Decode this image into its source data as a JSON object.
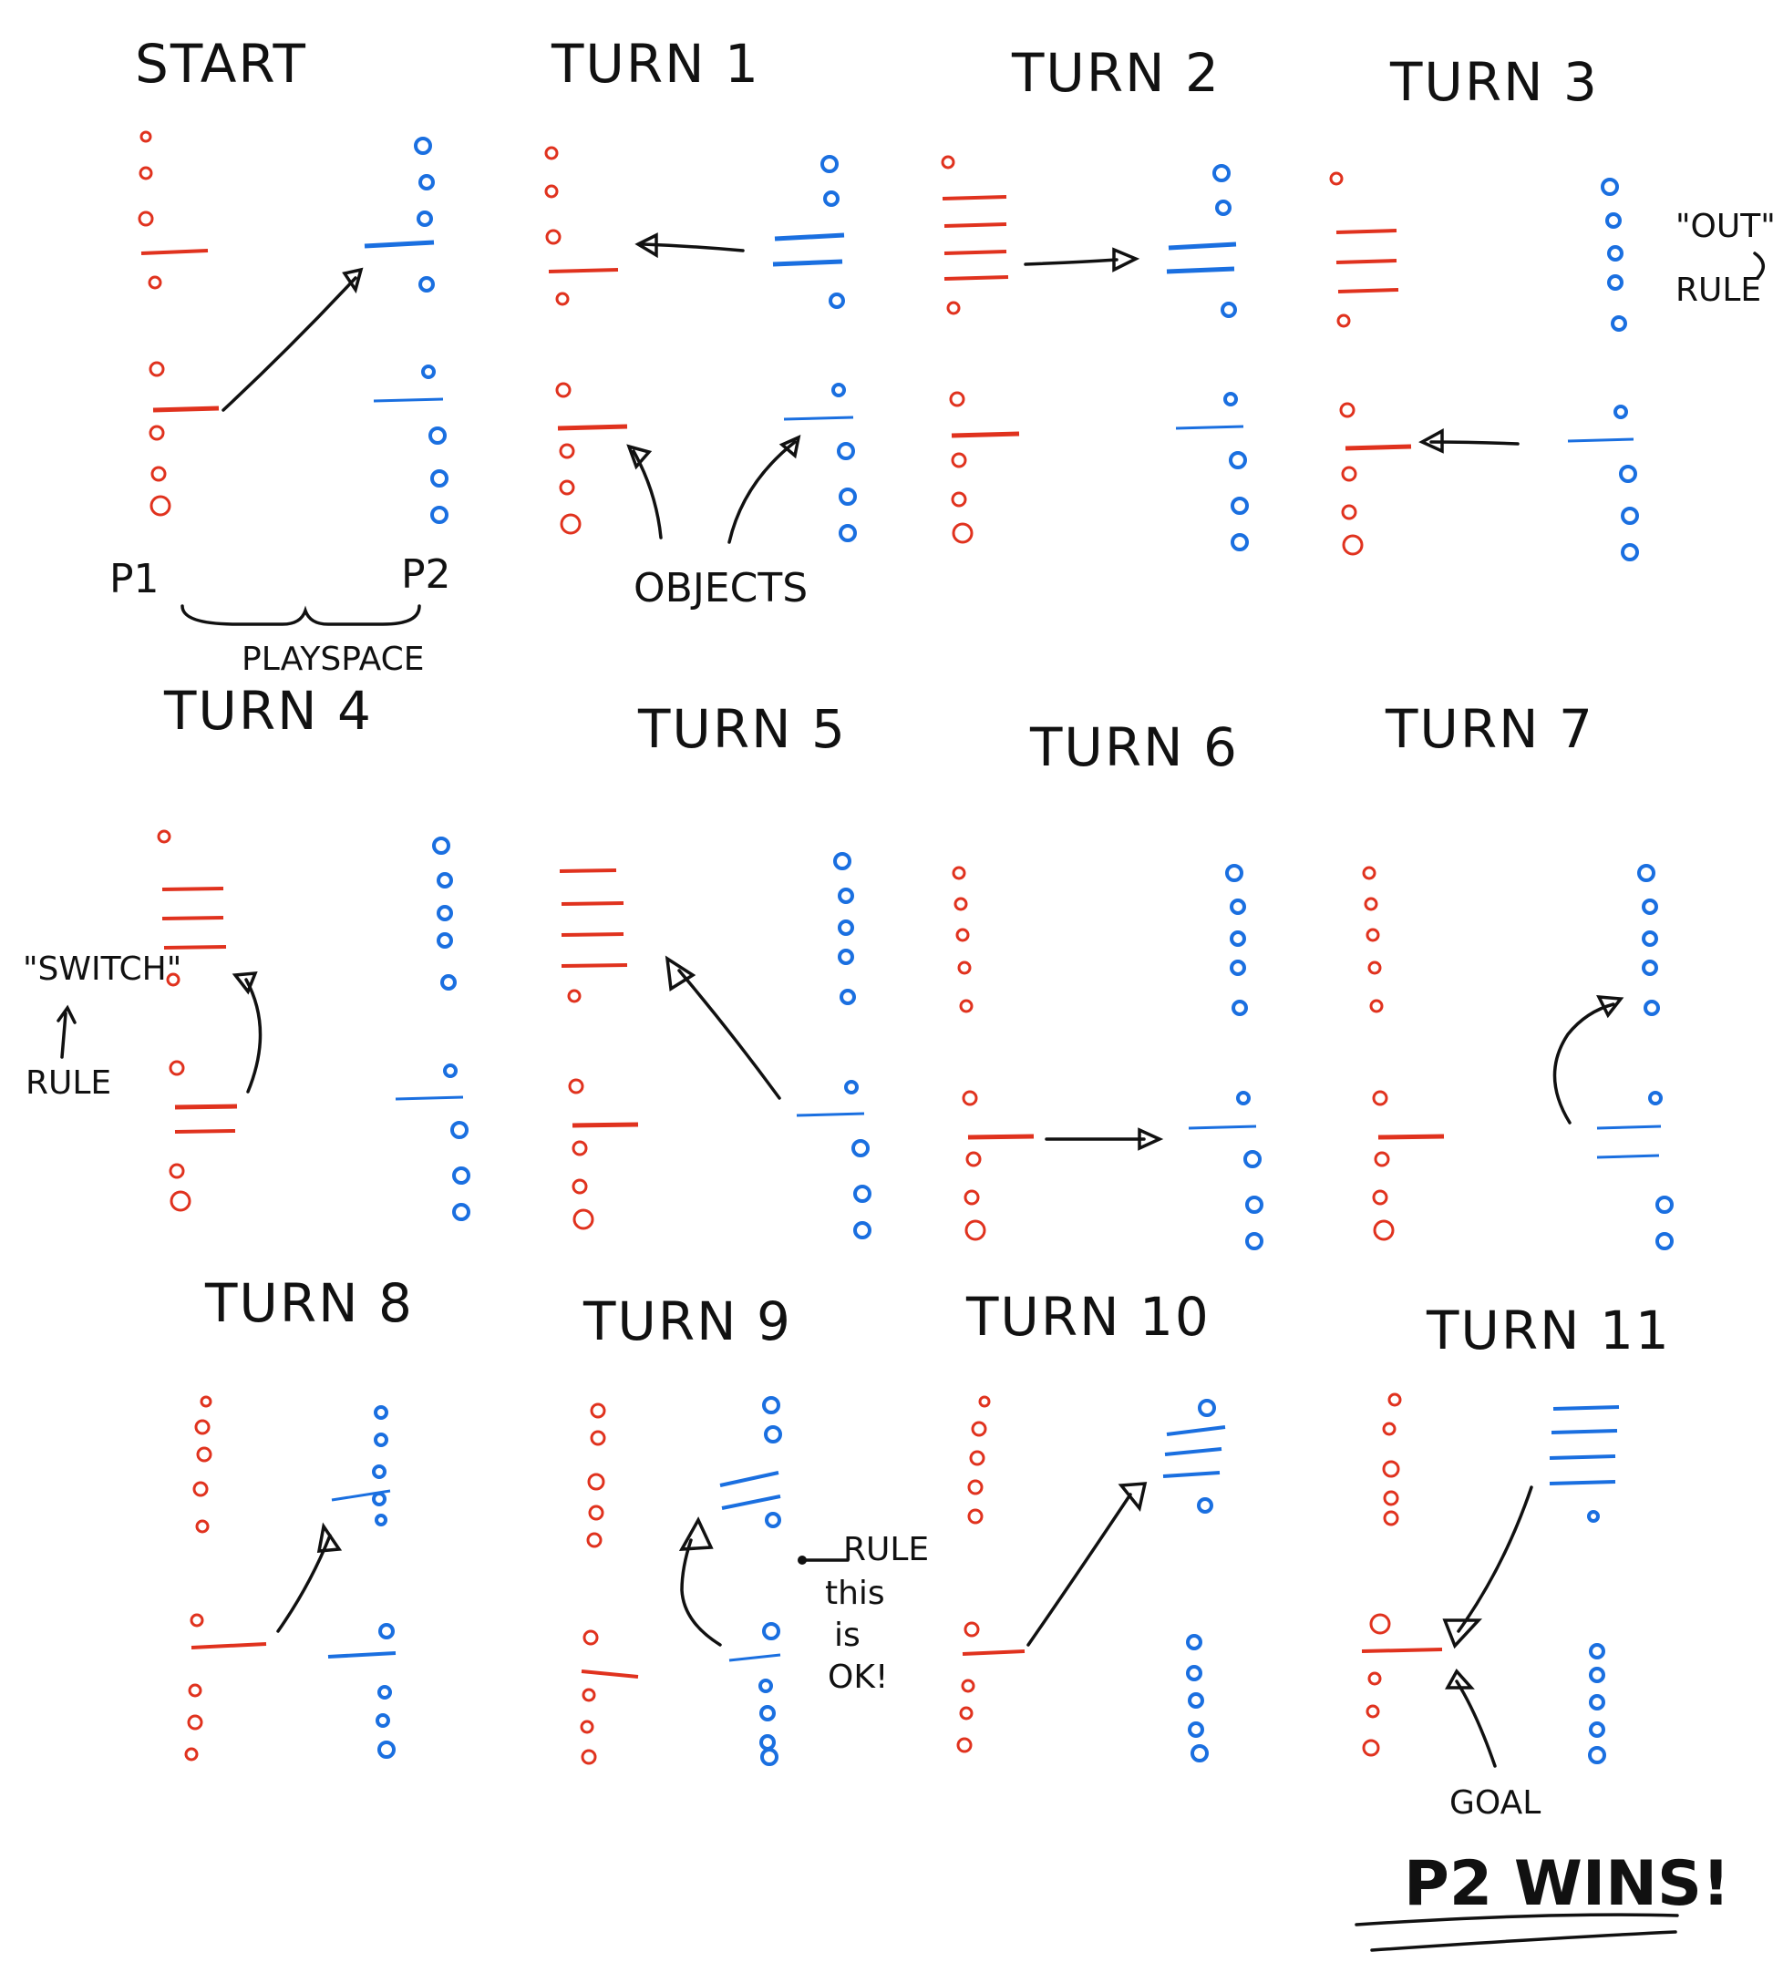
{
  "colors": {
    "p1": "#e0321e",
    "p2": "#1a6fe0",
    "ink": "#111111"
  },
  "labels": {
    "start": "START",
    "turn1": "TURN 1",
    "turn2": "TURN 2",
    "turn3": "TURN 3",
    "turn4": "TURN 4",
    "turn5": "TURN 5",
    "turn6": "TURN 6",
    "turn7": "TURN 7",
    "turn8": "TURN 8",
    "turn9": "TURN 9",
    "turn10": "TURN 10",
    "turn11": "TURN 11",
    "p1": "P1",
    "p2": "P2",
    "playspace": "PLAYSPACE",
    "objects": "OBJECTS",
    "out_rule_quote": "\"OUT\"",
    "out_rule": "RULE",
    "switch_rule_quote": "\"SWITCH\"",
    "switch_rule": "RULE",
    "rule_note_1": "RULE",
    "rule_note_2": "this",
    "rule_note_3": "is",
    "rule_note_4": "OK!",
    "goal": "GOAL",
    "winner": "P2 WINS!"
  }
}
